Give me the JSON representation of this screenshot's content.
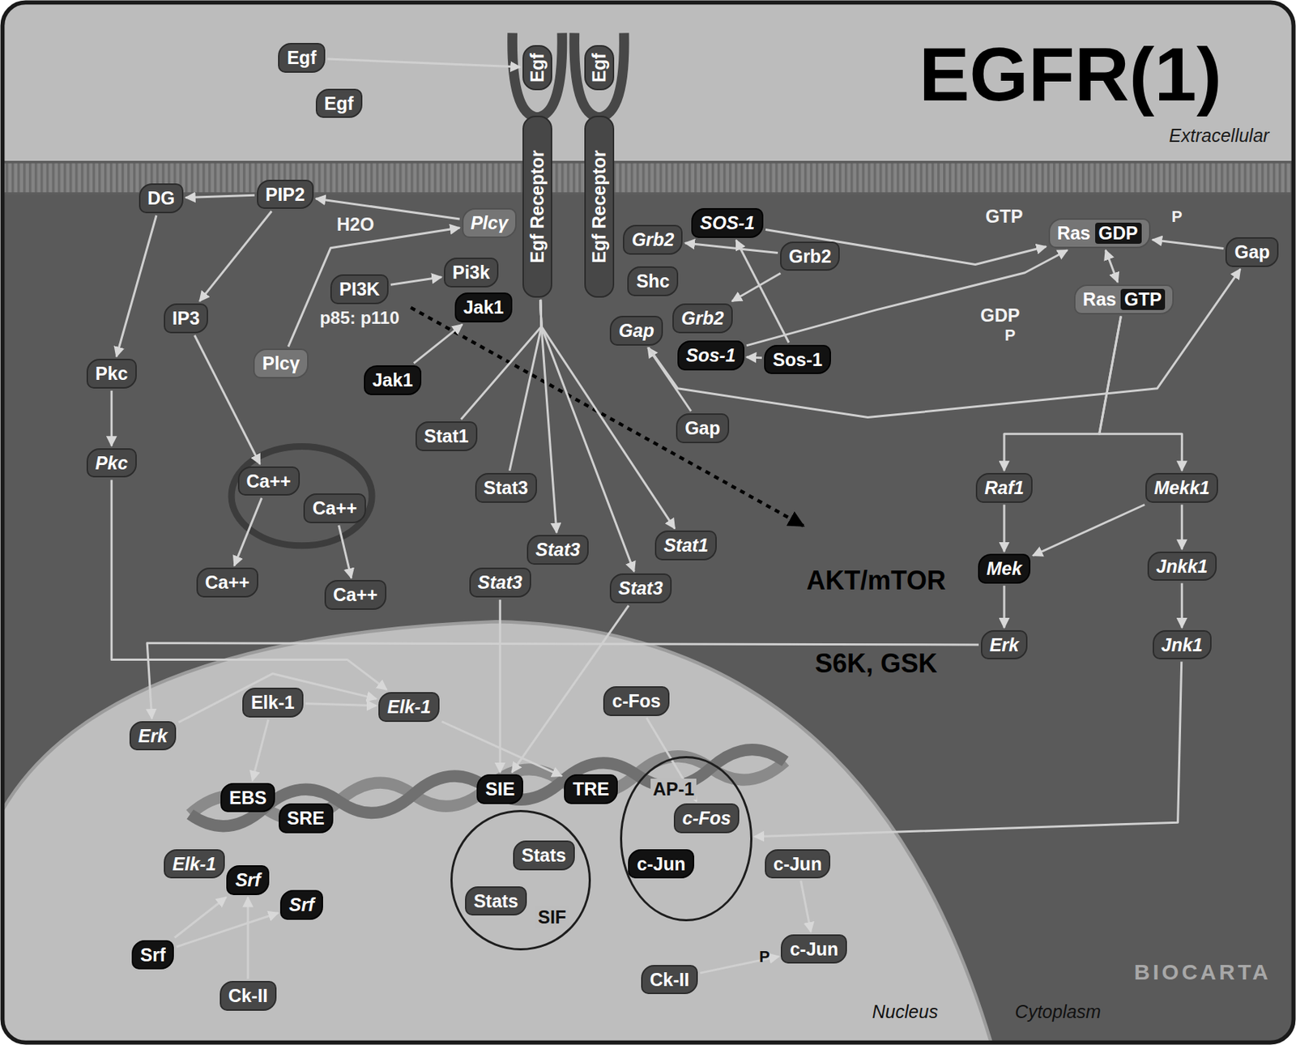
{
  "diagram": {
    "title": "EGFR(1)",
    "nodes": [
      {
        "text": [
          "Egf"
        ]
      },
      {
        "text": [
          "Egf"
        ]
      },
      {
        "text": [
          "Egf"
        ]
      },
      {
        "text": [
          "Egf"
        ]
      },
      {
        "text": [
          "Egf Receptor"
        ]
      },
      {
        "text": [
          "Egf Receptor"
        ]
      },
      {
        "text": [
          "DG"
        ]
      },
      {
        "text": [
          "PIP2"
        ]
      },
      {
        "text": [
          "Plcγ"
        ]
      },
      {
        "text": [
          "Pi3k"
        ]
      },
      {
        "text": [
          "PI3K"
        ]
      },
      {
        "text": [
          "Jak1"
        ]
      },
      {
        "text": [
          "IP3"
        ]
      },
      {
        "text": [
          "Plcγ"
        ]
      },
      {
        "text": [
          "Jak1"
        ]
      },
      {
        "text": [
          "Grb2"
        ]
      },
      {
        "text": [
          "SOS-1"
        ]
      },
      {
        "text": [
          "Grb2"
        ]
      },
      {
        "text": [
          "Shc"
        ]
      },
      {
        "text": [
          "Grb2"
        ]
      },
      {
        "text": [
          "Gap"
        ]
      },
      {
        "text": [
          "Sos-1"
        ]
      },
      {
        "text": [
          "Sos-1"
        ]
      },
      {
        "text": [
          "Ras",
          "GDP"
        ]
      },
      {
        "text": [
          "Ras",
          "GTP"
        ]
      },
      {
        "text": [
          "Gap"
        ]
      },
      {
        "text": [
          "Pkc"
        ]
      },
      {
        "text": [
          "Pkc"
        ]
      },
      {
        "text": [
          "Ca++"
        ]
      },
      {
        "text": [
          "Ca++"
        ]
      },
      {
        "text": [
          "Ca++"
        ]
      },
      {
        "text": [
          "Ca++"
        ]
      },
      {
        "text": [
          "Stat1"
        ]
      },
      {
        "text": [
          "Stat3"
        ]
      },
      {
        "text": [
          "Gap"
        ]
      },
      {
        "text": [
          "Stat3"
        ]
      },
      {
        "text": [
          "Stat1"
        ]
      },
      {
        "text": [
          "Stat3"
        ]
      },
      {
        "text": [
          "Stat3"
        ]
      },
      {
        "text": [
          "Raf1"
        ]
      },
      {
        "text": [
          "Mekk1"
        ]
      },
      {
        "text": [
          "Mek"
        ]
      },
      {
        "text": [
          "Jnkk1"
        ]
      },
      {
        "text": [
          "Erk"
        ]
      },
      {
        "text": [
          "Jnk1"
        ]
      },
      {
        "text": [
          "Erk"
        ]
      },
      {
        "text": [
          "Elk-1"
        ]
      },
      {
        "text": [
          "Elk-1"
        ]
      },
      {
        "text": [
          "c-Fos"
        ]
      },
      {
        "text": [
          "EBS"
        ]
      },
      {
        "text": [
          "SRE"
        ]
      },
      {
        "text": [
          "SIE"
        ]
      },
      {
        "text": [
          "TRE"
        ]
      },
      {
        "text": [
          "Elk-1"
        ]
      },
      {
        "text": [
          "Srf"
        ]
      },
      {
        "text": [
          "Srf"
        ]
      },
      {
        "text": [
          "SIF"
        ]
      },
      {
        "text": [
          "Stats"
        ],
        "in": 56
      },
      {
        "text": [
          "Stats"
        ],
        "in": 56
      },
      {
        "text": [
          "AP-1"
        ]
      },
      {
        "text": [
          "c-Fos"
        ],
        "in": 59
      },
      {
        "text": [
          "c-Jun"
        ],
        "in": 59
      },
      {
        "text": [
          "c-Jun"
        ]
      },
      {
        "text": [
          "Srf"
        ]
      },
      {
        "text": [
          "Ck-II"
        ]
      },
      {
        "text": [
          "Ck-II"
        ]
      },
      {
        "text": [
          "c-Jun"
        ]
      }
    ],
    "edges": [
      {
        "from": 0,
        "to": 2,
        "arrow": "to"
      },
      {
        "from": 8,
        "to": 7,
        "arrow": "to"
      },
      {
        "from": 7,
        "to": 6,
        "arrow": "to"
      },
      {
        "from": 7,
        "to": 12,
        "arrow": "to"
      },
      {
        "from": 6,
        "to": 26,
        "arrow": "to"
      },
      {
        "from": 26,
        "to": 27,
        "arrow": "to"
      },
      {
        "from": 12,
        "to": 28,
        "arrow": "to"
      },
      {
        "from": 28,
        "to": 30,
        "arrow": "to"
      },
      {
        "from": 29,
        "to": 31,
        "arrow": "to"
      },
      {
        "from": 13,
        "to": 8,
        "arrow": "to"
      },
      {
        "from": 10,
        "to": 9,
        "arrow": "to"
      },
      {
        "from": 14,
        "to": 11,
        "arrow": "to"
      },
      {
        "from": 4,
        "to": 32,
        "arrow": "none"
      },
      {
        "from": 4,
        "to": 33,
        "arrow": "none"
      },
      {
        "from": 4,
        "to": 35,
        "arrow": "to"
      },
      {
        "from": 4,
        "to": 38,
        "arrow": "to"
      },
      {
        "from": 4,
        "to": 36,
        "arrow": "to"
      },
      {
        "from": 37,
        "to": 51,
        "arrow": "to"
      },
      {
        "from": 38,
        "to": 51,
        "arrow": "to"
      },
      {
        "from": 17,
        "to": 15,
        "arrow": "to"
      },
      {
        "from": 17,
        "to": 19,
        "arrow": "to"
      },
      {
        "from": 22,
        "to": 16,
        "arrow": "to"
      },
      {
        "from": 22,
        "to": 21,
        "arrow": "to"
      },
      {
        "from": 34,
        "to": 20,
        "arrow": "to"
      },
      {
        "from": 16,
        "to": 23,
        "arrow": "to"
      },
      {
        "from": 21,
        "to": 23,
        "arrow": "to"
      },
      {
        "from": 20,
        "to": 25,
        "arrow": "to"
      },
      {
        "from": 25,
        "to": 23,
        "arrow": "to"
      },
      {
        "from": 23,
        "to": 24,
        "arrow": "both"
      },
      {
        "from": 24,
        "to": 39,
        "arrow": "to"
      },
      {
        "from": 24,
        "to": 40,
        "arrow": "to"
      },
      {
        "from": 39,
        "to": 41,
        "arrow": "to"
      },
      {
        "from": 40,
        "to": 41,
        "arrow": "to"
      },
      {
        "from": 40,
        "to": 42,
        "arrow": "to"
      },
      {
        "from": 41,
        "to": 43,
        "arrow": "to"
      },
      {
        "from": 42,
        "to": 44,
        "arrow": "to"
      },
      {
        "from": 43,
        "to": 45,
        "arrow": "to"
      },
      {
        "from": 27,
        "to": 47,
        "arrow": "to"
      },
      {
        "from": 45,
        "to": 47,
        "arrow": "to"
      },
      {
        "from": 46,
        "to": 47,
        "arrow": "to"
      },
      {
        "from": 47,
        "to": 52,
        "arrow": "to"
      },
      {
        "from": 46,
        "to": 49,
        "arrow": "to"
      },
      {
        "from": 48,
        "to": 60,
        "arrow": "to"
      },
      {
        "from": 44,
        "to": 59,
        "arrow": "to"
      },
      {
        "from": 65,
        "to": 66,
        "arrow": "to"
      },
      {
        "from": 62,
        "to": 66,
        "arrow": "to"
      },
      {
        "from": 63,
        "to": 54,
        "arrow": "to"
      },
      {
        "from": 63,
        "to": 55,
        "arrow": "to"
      },
      {
        "from": 64,
        "to": 54,
        "arrow": "to"
      }
    ],
    "labels": [
      "H2O",
      "p85: p110",
      "GTP",
      "GDP",
      "P",
      "P",
      "Extracellular",
      "AKT/mTOR",
      "S6K, GSK",
      "P",
      "Nucleus",
      "Cytoplasm",
      "BIOCARTA"
    ]
  }
}
